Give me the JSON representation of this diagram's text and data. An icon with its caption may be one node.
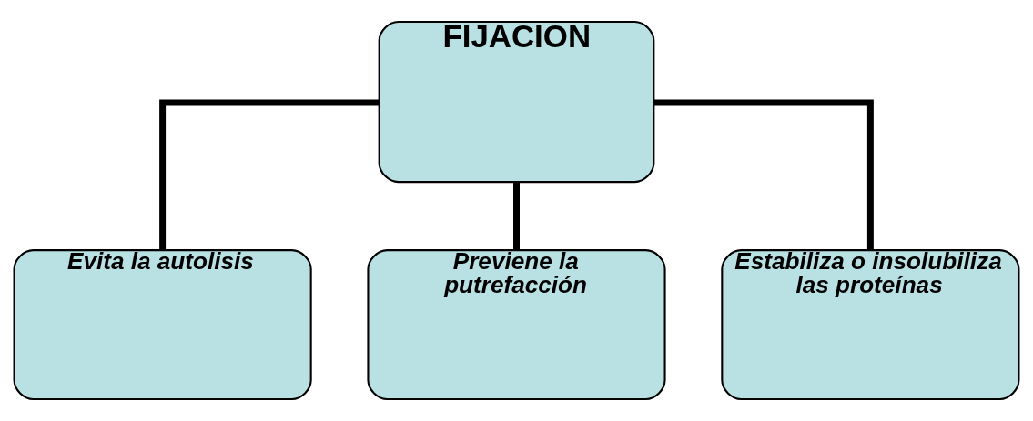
{
  "diagram": {
    "nodes": [
      {
        "text": [
          "FIJACION"
        ]
      },
      {
        "text": [
          "Evita la autolisis"
        ]
      },
      {
        "text": [
          "Previene la putrefacción"
        ]
      },
      {
        "text": [
          "Estabiliza o insolubiliza las proteínas"
        ]
      }
    ],
    "edges": [
      {
        "from": 0,
        "to": 1,
        "arrow": "none"
      },
      {
        "from": 0,
        "to": 2,
        "arrow": "none"
      },
      {
        "from": 0,
        "to": 3,
        "arrow": "none"
      }
    ]
  }
}
